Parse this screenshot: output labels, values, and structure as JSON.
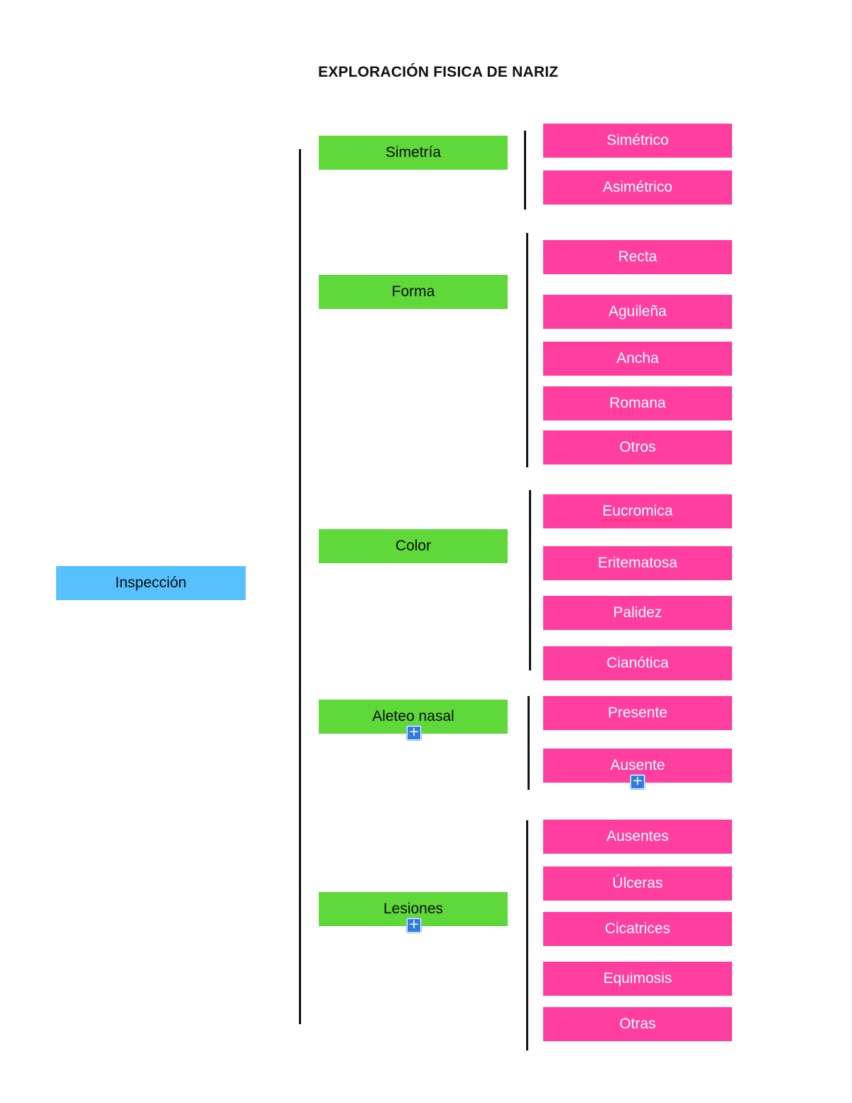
{
  "title": "EXPLORACIÓN FISICA DE NARIZ",
  "root": {
    "label": "Inspección"
  },
  "colors": {
    "root": "#56c1fe",
    "category": "#5fd83a",
    "option": "#ff3ea0",
    "line": "#111111",
    "expand": "#2f7de1"
  },
  "groups": [
    {
      "label": "Simetría",
      "options": [
        "Simétrico",
        "Asimétrico"
      ]
    },
    {
      "label": "Forma",
      "options": [
        "Recta",
        "Aguileña",
        "Ancha",
        "Romana",
        "Otros"
      ]
    },
    {
      "label": "Color",
      "options": [
        "Eucromica",
        "Eritematosa",
        "Palidez",
        "Cianótica"
      ]
    },
    {
      "label": "Aleteo nasal",
      "options": [
        "Presente",
        "Ausente"
      ]
    },
    {
      "label": "Lesiones",
      "options": [
        "Ausentes",
        "Úlceras",
        "Cicatrices",
        "Equimosis",
        "Otras"
      ]
    }
  ],
  "expand_icon": {
    "glyph": "+",
    "icon": "plus-icon"
  }
}
